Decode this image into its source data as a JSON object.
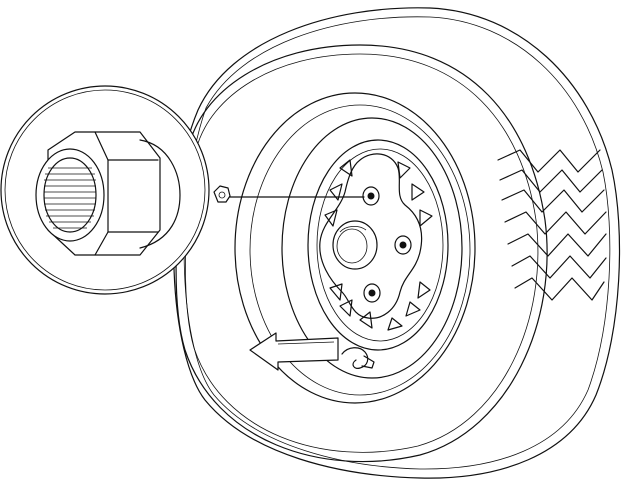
{
  "diagram": {
    "colors": {
      "line": "#111111",
      "background": "#ffffff"
    },
    "parts": [
      {
        "name": "tire",
        "icon": "tire-drawing"
      },
      {
        "name": "rim",
        "icon": "wheel-rim-drawing"
      },
      {
        "name": "lug-nut-detail",
        "icon": "lug-nut-drawing"
      },
      {
        "name": "wheel-lock-key",
        "icon": "wheel-lock-key-drawing"
      },
      {
        "name": "direction-arrow",
        "icon": "arrow-left-icon"
      }
    ],
    "visible_lug_nut_count": 3,
    "rim_vent_count": 12
  }
}
